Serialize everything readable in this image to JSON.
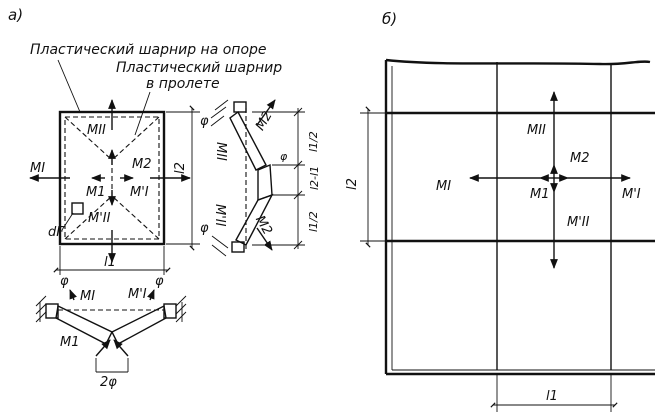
{
  "panel_a": {
    "letter": "a)",
    "label_support_hinge": "Пластический шарнир на опоре",
    "label_span_hinge_line1": "Пластический шарнир",
    "label_span_hinge_line2": "в пролете",
    "plate": {
      "m_ii_top": "MII",
      "m2": "M2",
      "m_i": "MI",
      "m1": "M1",
      "m_i_prime": "M'I",
      "m_ii_prime": "M'II",
      "df": "dF",
      "l1": "l1",
      "l2": "l2"
    },
    "side_view": {
      "phi_top": "φ",
      "phi_bottom": "φ",
      "m_ii": "MII",
      "m2_top": "M2",
      "m_ii_prime": "M'II",
      "m2_bottom": "M2",
      "phi_mid": "φ",
      "l1_half_top": "l1/2",
      "l2_minus_l1": "l2-l1",
      "l1_half_bottom": "l1/2"
    },
    "bottom_view": {
      "phi_left": "φ",
      "phi_right": "φ",
      "m_i": "MI",
      "m_i_prime": "M'I",
      "m1": "M1",
      "two_phi": "2φ"
    }
  },
  "panel_b": {
    "letter": "б)",
    "m_ii": "MII",
    "m2": "M2",
    "m_i": "MI",
    "m1": "M1",
    "m_i_prime": "M'I",
    "m_ii_prime": "M'II",
    "l2": "l2",
    "l1": "l1"
  }
}
